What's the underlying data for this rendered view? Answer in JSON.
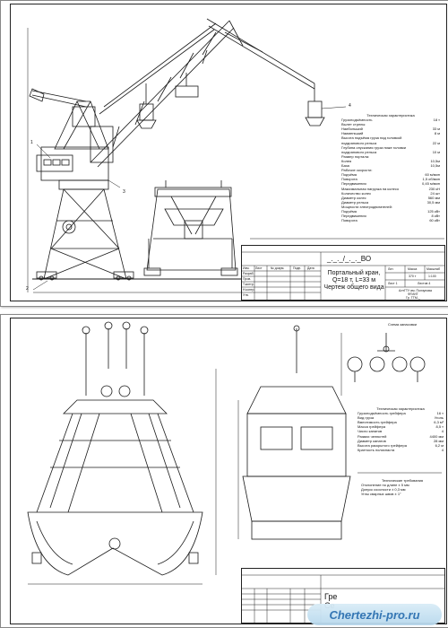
{
  "sheet1": {
    "drawing_code": "_._._/_._._ВО",
    "title_lines": [
      "Портальный кран,",
      "Q=18 т, L=33 м",
      "Чертеж общего вида"
    ],
    "spec_title": "Техническая характеристика",
    "spec_rows": [
      {
        "label": "Грузоподъёмность",
        "value": "18 т"
      },
      {
        "label": "Вылет стрелы:",
        "value": ""
      },
      {
        "label": "Наибольший",
        "value": "33 м"
      },
      {
        "label": "Наименьший",
        "value": "8 м"
      },
      {
        "label": "Высота подъёма груза над головкой",
        "value": ""
      },
      {
        "label": "подкранового рельса",
        "value": "22 м"
      },
      {
        "label": "Глубина опускания груза ниже головки",
        "value": ""
      },
      {
        "label": "подкранового рельса",
        "value": "10 м"
      },
      {
        "label": "Размер портала:",
        "value": ""
      },
      {
        "label": "Колея",
        "value": "10,5м"
      },
      {
        "label": "База",
        "value": "10,5м"
      },
      {
        "label": "Рабочие скорости:",
        "value": ""
      },
      {
        "label": "Подъёма",
        "value": "60 м/мин"
      },
      {
        "label": "Поворота",
        "value": "1,5 об/мин"
      },
      {
        "label": "Передвижения",
        "value": "0,45 м/мин"
      },
      {
        "label": "Максимальная нагрузка на колесо",
        "value": "230 кН"
      },
      {
        "label": "Количество колес",
        "value": "24 шт"
      },
      {
        "label": "Диаметр колес",
        "value": "560 мм"
      },
      {
        "label": "Диаметр рельса",
        "value": "30,5 мм"
      },
      {
        "label": "Мощности электродвигателей:",
        "value": ""
      },
      {
        "label": "Подъёма",
        "value": "125 кВт"
      },
      {
        "label": "Передвижения",
        "value": "8 кВт"
      },
      {
        "label": "Поворота",
        "value": "60 кВт"
      }
    ],
    "title_block": {
      "letter_header": "Лит.",
      "mass_header": "Масса",
      "scale_header": "Масштаб",
      "mass_value": "370 т",
      "scale_value": "1:100",
      "sheet_label": "Лист 1",
      "sheets_label": "Листов 4",
      "org_line1": "АлтГТУ им. Ползунова",
      "org_line2": "ФГИИТ",
      "org_line3": "Гр. ТТМ-_",
      "sig_labels": [
        "Разраб.",
        "Пров.",
        "Т.контр.",
        "",
        "Н.контр.",
        "Утв."
      ],
      "col_headers": [
        "Изм.",
        "Лист",
        "№ докум.",
        "Подп.",
        "Дата"
      ]
    },
    "callouts": [
      "1",
      "2",
      "3",
      "4"
    ]
  },
  "sheet2": {
    "scheme_title": "Схема запасовки",
    "spec_title": "Техническая характеристика",
    "spec_rows": [
      {
        "label": "Грузоподъёмность грейфера",
        "value": "16 т"
      },
      {
        "label": "Вид груза",
        "value": "Уголь"
      },
      {
        "label": "Вместимость грейфера",
        "value": "6,3 м³"
      },
      {
        "label": "Масса грейфера",
        "value": "8,5 т"
      },
      {
        "label": "Число канатов",
        "value": "4"
      },
      {
        "label": "Размах челюстей",
        "value": "4400 мм"
      },
      {
        "label": "Диаметр канатов",
        "value": "28 мм"
      },
      {
        "label": "Высота раскрытого грейфера",
        "value": "6,2 м"
      },
      {
        "label": "Кратность полиспаста",
        "value": "4"
      }
    ],
    "req_title": "Технические требования",
    "req_rows": [
      "Отклонение по длине ± 5 мм",
      "Допуск соосности ± 0,3 мм",
      "Углы сварных швов ± 1°"
    ],
    "title_fragment": "Гре",
    "title_fragment2": "Се"
  },
  "watermark": "Chertezhi-pro.ru"
}
